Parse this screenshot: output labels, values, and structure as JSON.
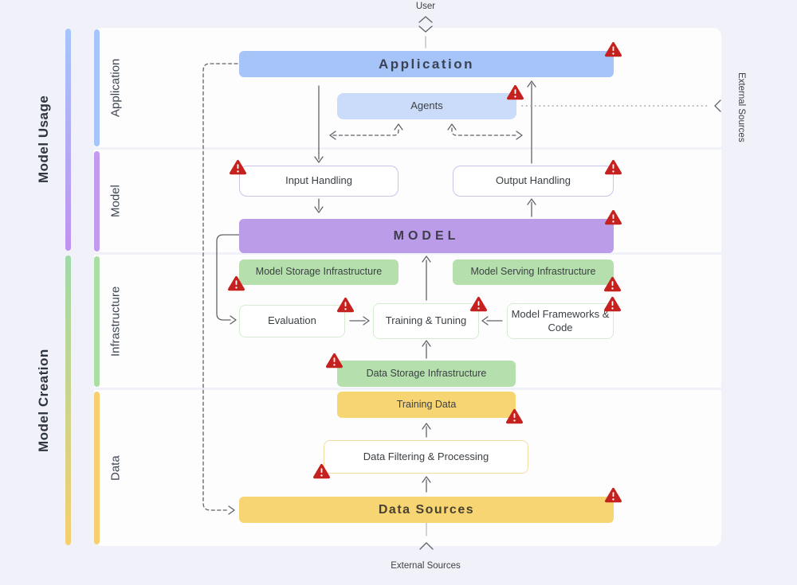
{
  "page": {
    "top_label": "User",
    "bottom_label": "External Sources",
    "right_label": "External Sources"
  },
  "groups": {
    "model_usage": "Model Usage",
    "model_creation": "Model Creation"
  },
  "bands": [
    {
      "label": "Application"
    },
    {
      "label": "Model"
    },
    {
      "label": "Infrastructure"
    },
    {
      "label": "Data"
    }
  ],
  "nodes": {
    "application": "Application",
    "agents": "Agents",
    "input_handling": "Input Handling",
    "output_handling": "Output Handling",
    "model": "MODEL",
    "model_storage": "Model Storage Infrastructure",
    "model_serving": "Model Serving Infrastructure",
    "evaluation": "Evaluation",
    "training_tuning": "Training & Tuning",
    "frameworks": "Model Frameworks & Code",
    "data_storage": "Data Storage Infrastructure",
    "training_data": "Training Data",
    "data_filtering": "Data Filtering & Processing",
    "data_sources": "Data Sources"
  },
  "icons": {
    "risk_warning": "⚠",
    "chevron_up": "^",
    "chevron_down": "v"
  },
  "colors": {
    "page_background": "#f1f2f9",
    "band_background": "#fdfdfe",
    "application_blue": "#a6c4f8",
    "agents_blue": "#cbdcfb",
    "model_purple": "#bb9ce8",
    "purple_outline": "#cdc2ea",
    "infra_green": "#b5e0ae",
    "green_outline": "#d5ecd0",
    "data_amber": "#f8d573",
    "amber_outline": "#f2dda4",
    "warning_red": "#c5221f",
    "wire_gray": "#5f6368"
  }
}
